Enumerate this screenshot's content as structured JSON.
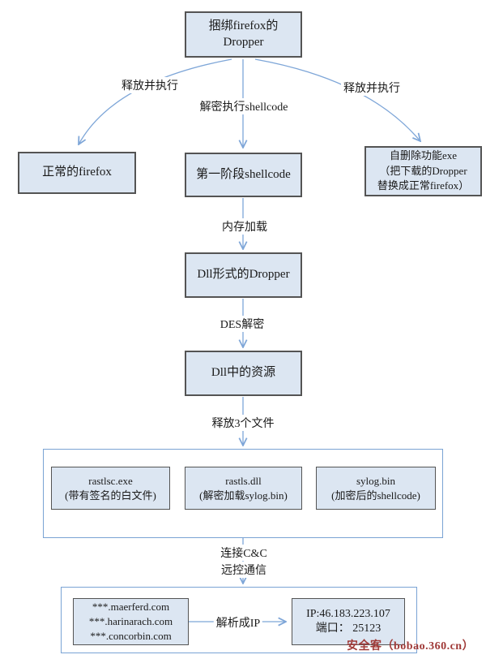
{
  "diagram_title": "firefox-bundled dropper malware flow",
  "colors": {
    "box_fill": "#dce6f2",
    "box_border": "#545454",
    "container_border": "#7aa3d4",
    "arrow": "#7ea6d8",
    "watermark": "#a03a38",
    "text": "#1a1a1a"
  },
  "nodes": {
    "dropper": {
      "line1": "捆绑firefox的",
      "line2": "Dropper"
    },
    "firefox": {
      "line1": "正常的firefox"
    },
    "shellcode1": {
      "line1": "第一阶段shellcode"
    },
    "selfdelete": {
      "line1": "自删除功能exe",
      "line2": "（把下载的Dropper",
      "line3": "替换成正常firefox）"
    },
    "dll_dropper": {
      "line1": "Dll形式的Dropper"
    },
    "dll_resource": {
      "line1": "Dll中的资源"
    },
    "rastlsc": {
      "line1": "rastlsc.exe",
      "line2": "(带有签名的白文件)"
    },
    "rastls_dll": {
      "line1": "rastls.dll",
      "line2": "(解密加载sylog.bin)"
    },
    "sylog": {
      "line1": "sylog.bin",
      "line2": "(加密后的shellcode)"
    },
    "domains": {
      "line1": "***.maerferd.com",
      "line2": "***.harinarach.com",
      "line3": "***.concorbin.com"
    },
    "ip": {
      "line1": "IP:46.183.223.107",
      "line2": "端口： 25123"
    }
  },
  "labels": {
    "release_exec_left": "释放并执行",
    "decrypt_exec_shellcode": "解密执行shellcode",
    "release_exec_right": "释放并执行",
    "memory_load": "内存加载",
    "des_decrypt": "DES解密",
    "release_3_files": "释放3个文件",
    "connect_cc_line1": "连接C&C",
    "connect_cc_line2": "远控通信",
    "resolve_ip": "解析成IP"
  },
  "watermark": "安全客（bobao.360.cn）"
}
